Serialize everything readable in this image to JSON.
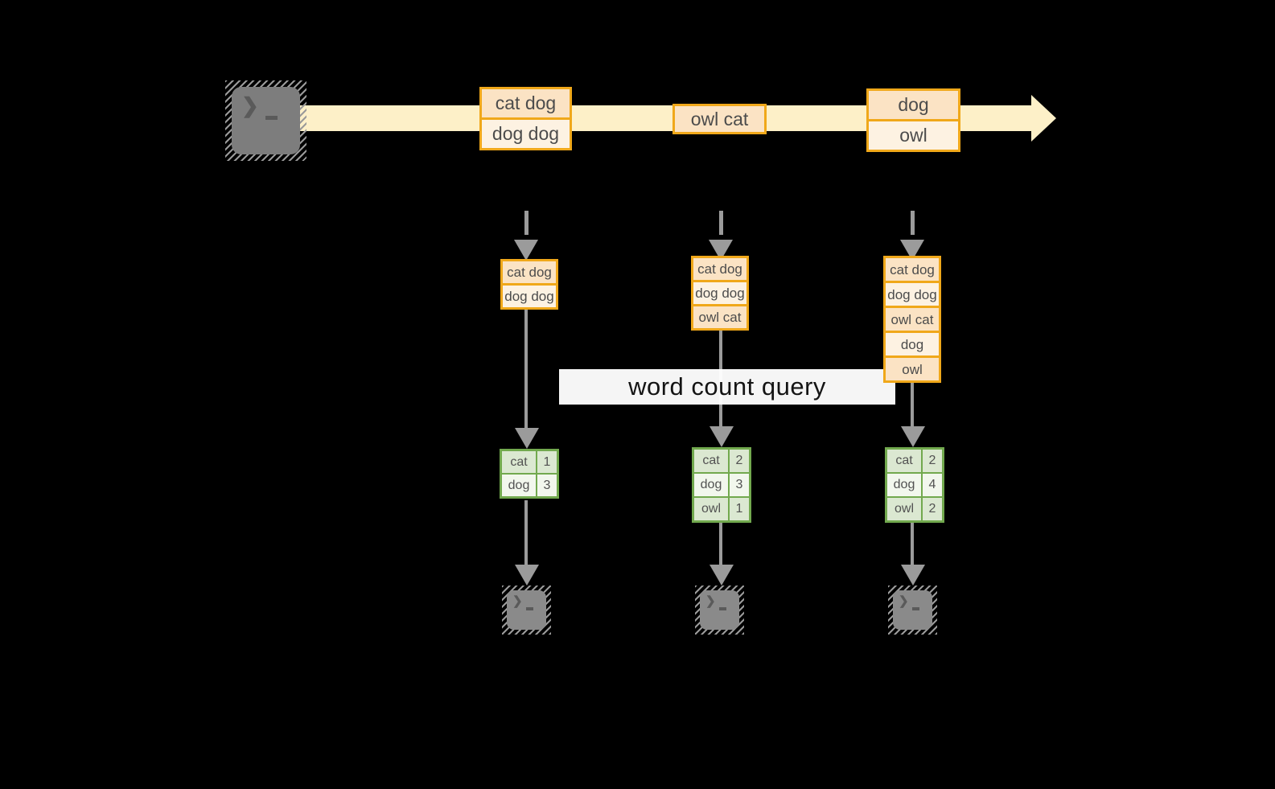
{
  "diagram": {
    "query_label": "word count query",
    "source_terminal": {
      "prompt_char": "❯"
    },
    "stream_events": [
      {
        "lines": [
          "cat dog",
          "dog dog"
        ]
      },
      {
        "lines": [
          "owl cat"
        ]
      },
      {
        "lines": [
          "dog",
          "owl"
        ]
      }
    ],
    "state_buffers": [
      {
        "lines": [
          "cat dog",
          "dog dog"
        ]
      },
      {
        "lines": [
          "cat dog",
          "dog dog",
          "owl cat"
        ]
      },
      {
        "lines": [
          "cat dog",
          "dog dog",
          "owl cat",
          "dog",
          "owl"
        ]
      }
    ],
    "count_tables": [
      {
        "rows": [
          {
            "word": "cat",
            "count": "1"
          },
          {
            "word": "dog",
            "count": "3"
          }
        ]
      },
      {
        "rows": [
          {
            "word": "cat",
            "count": "2"
          },
          {
            "word": "dog",
            "count": "3"
          },
          {
            "word": "owl",
            "count": "1"
          }
        ]
      },
      {
        "rows": [
          {
            "word": "cat",
            "count": "2"
          },
          {
            "word": "dog",
            "count": "4"
          },
          {
            "word": "owl",
            "count": "2"
          }
        ]
      }
    ],
    "sink_terminals": [
      {
        "prompt_char": "❯"
      },
      {
        "prompt_char": "❯"
      },
      {
        "prompt_char": "❯"
      }
    ],
    "colors": {
      "background": "#000000",
      "stream_band": "#fdf0c8",
      "event_border": "#f0a81a",
      "event_fill_dark": "#fbe3c4",
      "event_fill_light": "#fdf2e2",
      "table_border": "#72a94e",
      "table_fill_dark": "#dbe8d1",
      "table_fill_light": "#f2f7ed",
      "arrow_gray": "#9b9b9b",
      "terminal_gray": "#7d7d7d",
      "label_background": "#ffffff",
      "label_text": "#141414"
    }
  }
}
